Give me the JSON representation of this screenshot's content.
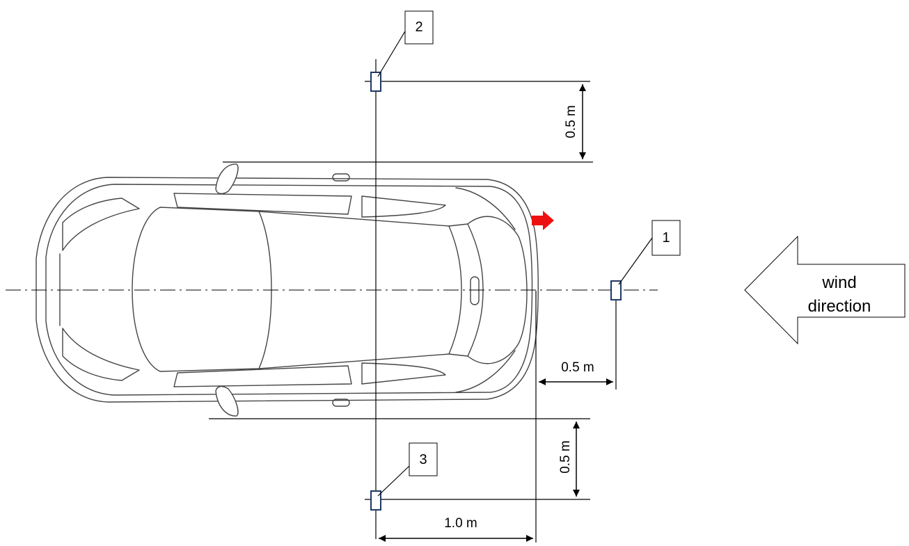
{
  "sensors": [
    {
      "id": "1",
      "label": "1"
    },
    {
      "id": "2",
      "label": "2"
    },
    {
      "id": "3",
      "label": "3"
    }
  ],
  "dimensions": {
    "top_offset": "0.5 m",
    "front_offset": "0.5 m",
    "bottom_offset": "0.5 m",
    "longitudinal": "1.0 m"
  },
  "wind": {
    "line1": "wind",
    "line2": "direction"
  },
  "colors": {
    "sensor_outline": "#1f3864",
    "front_marker": "#ee1111",
    "line": "#000000"
  }
}
